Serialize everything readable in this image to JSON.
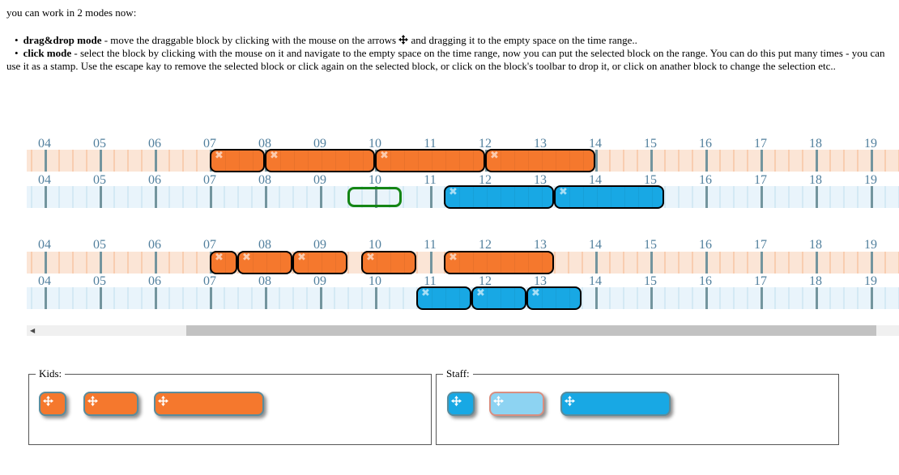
{
  "intro": {
    "line1": "you can work in 2 modes now:",
    "bullet_char": "•",
    "bullets": [
      {
        "title": "drag&drop mode",
        "before_icon": " - move the draggable block by clicking with the mouse on the arrows ",
        "icon": "move-arrows-icon",
        "after_icon": " and dragging it to the empty space on the time range.."
      },
      {
        "title": "click mode",
        "text": " - select the block by clicking with the mouse on it and navigate to the empty space on the time range, now you can put the selected block on the range. You can do this put many times - you can use it as a stamp. Use the escape kay to remove the selected block or click again on the selected block, or click on the block's toolbar to drop it, or click on anather block to change the selection etc.."
      }
    ]
  },
  "icons": {
    "remove": "✖",
    "scroll_left_arrow": "◀"
  },
  "colors": {
    "orange_block": "#F5782D",
    "orange_track": "#FBE5D6",
    "orange_minor": "#F8CDB0",
    "blue_block": "#18A8E4",
    "blue_track": "#E9F4FB",
    "blue_minor": "#D4E9F4",
    "light_blue": "#8DD3F2",
    "light_blue_border": "#D98E80",
    "major_tick": "#73959E",
    "hour_label": "#52809E",
    "green": "#148514",
    "pal_border": "#5A8C9C"
  },
  "timeline": {
    "hour_start": 4,
    "hour_labels": [
      "04",
      "05",
      "06",
      "07",
      "08",
      "09",
      "10",
      "11",
      "12",
      "13",
      "14",
      "15",
      "16",
      "17",
      "18",
      "19"
    ],
    "rows": [
      {
        "id": "kids-row-1",
        "theme": "orange",
        "blocks": [
          {
            "start": "07:00",
            "end": "08:00"
          },
          {
            "start": "08:00",
            "end": "10:00"
          },
          {
            "start": "10:00",
            "end": "12:00"
          },
          {
            "start": "12:00",
            "end": "14:00"
          }
        ]
      },
      {
        "id": "staff-row-1",
        "theme": "blue",
        "selection_placeholder": {
          "start": "09:30",
          "end": "10:30"
        },
        "blocks": [
          {
            "start": "11:15",
            "end": "13:15"
          },
          {
            "start": "13:15",
            "end": "15:15"
          }
        ]
      },
      {
        "id": "kids-row-2",
        "theme": "orange",
        "blocks": [
          {
            "start": "07:00",
            "end": "07:30"
          },
          {
            "start": "07:30",
            "end": "08:30"
          },
          {
            "start": "08:30",
            "end": "09:30"
          },
          {
            "start": "09:45",
            "end": "10:45"
          },
          {
            "start": "11:15",
            "end": "13:15"
          }
        ]
      },
      {
        "id": "staff-row-2",
        "theme": "blue",
        "blocks": [
          {
            "start": "10:45",
            "end": "11:45"
          },
          {
            "start": "11:45",
            "end": "12:45"
          },
          {
            "start": "12:45",
            "end": "13:45"
          }
        ]
      }
    ]
  },
  "scrollbar": {
    "left_arrow": "◀"
  },
  "palettes": {
    "kids": {
      "legend": "Kids:",
      "blocks": [
        {
          "duration": "0:30",
          "variant": "orange"
        },
        {
          "duration": "1:00",
          "variant": "orange"
        },
        {
          "duration": "2:00",
          "variant": "orange"
        }
      ]
    },
    "staff": {
      "legend": "Staff:",
      "blocks": [
        {
          "duration": "0:30",
          "variant": "blue"
        },
        {
          "duration": "1:00",
          "variant": "blue-light"
        },
        {
          "duration": "2:00",
          "variant": "blue"
        }
      ]
    }
  }
}
